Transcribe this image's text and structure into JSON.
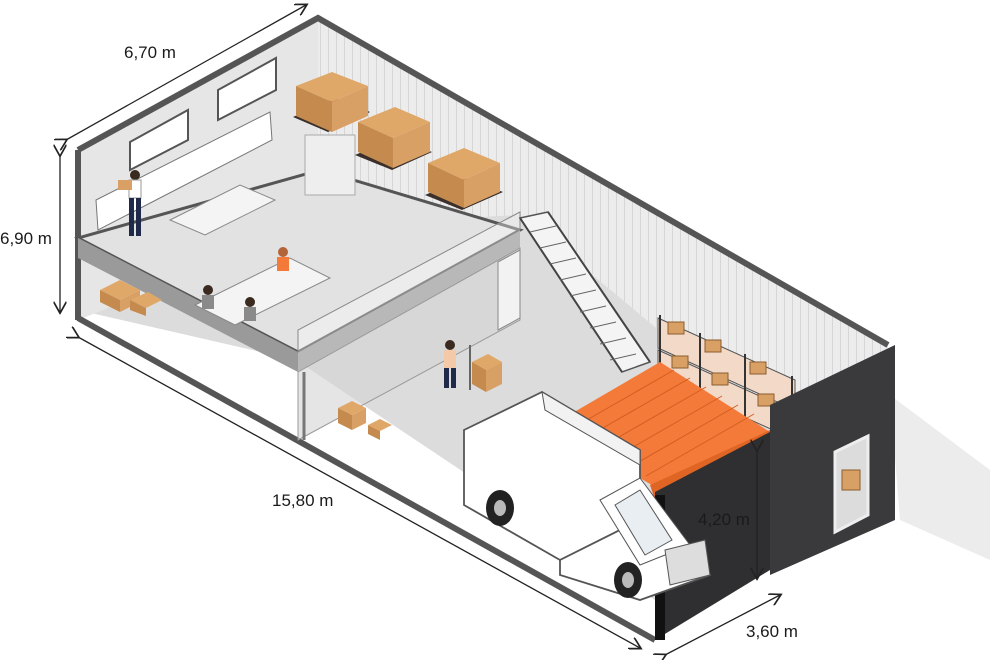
{
  "diagram": {
    "kind": "isometric warehouse cutaway",
    "colors": {
      "floor": "#dcdcdc",
      "wall_light": "#ebebeb",
      "wall_dark": "#3a3a3c",
      "door_orange": "#f47a3a",
      "box": "#d9a066",
      "box_dark": "#a8763f",
      "pallet": "#3a2f2a",
      "line": "#333333",
      "van": "#ffffff"
    },
    "dimensions": {
      "width_top": "6,70 m",
      "height": "6,90 m",
      "length": "15,80 m",
      "door_height": "4,20 m",
      "door_width": "3,60 m"
    }
  }
}
